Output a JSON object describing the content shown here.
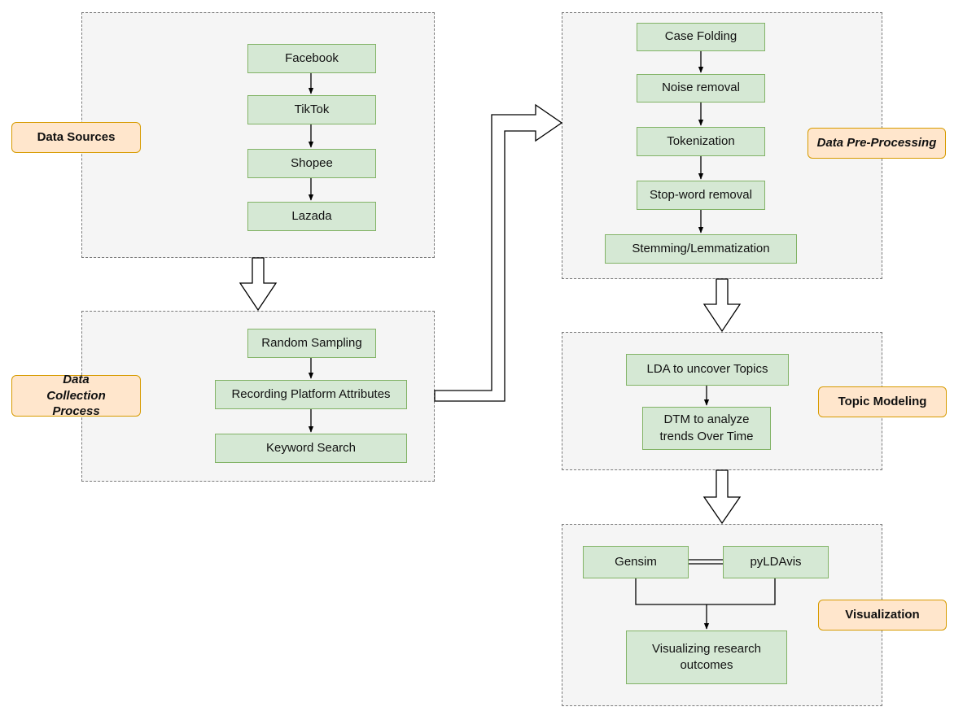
{
  "groups": {
    "data_sources": {
      "label": "Data Sources",
      "nodes": [
        "Facebook",
        "TikTok",
        "Shopee",
        "Lazada"
      ]
    },
    "data_collection": {
      "label": "Data Collection Process",
      "nodes": [
        "Random Sampling",
        "Recording Platform Attributes",
        "Keyword Search"
      ]
    },
    "pre_processing": {
      "label": "Data Pre-Processing",
      "nodes": [
        "Case Folding",
        "Noise removal",
        "Tokenization",
        "Stop-word removal",
        "Stemming/Lemmatization"
      ]
    },
    "topic_modeling": {
      "label": "Topic Modeling",
      "nodes": [
        "LDA to uncover Topics",
        "DTM to analyze trends Over Time"
      ]
    },
    "visualization": {
      "label": "Visualization",
      "nodes": [
        "Gensim",
        "pyLDAvis",
        "Visualizing research outcomes"
      ]
    }
  },
  "colors": {
    "group_fill": "#f5f5f5",
    "group_border": "#7a7a7a",
    "node_fill": "#d5e8d4",
    "node_border": "#82b366",
    "tag_fill": "#ffe6cc",
    "tag_border": "#d79b00"
  }
}
